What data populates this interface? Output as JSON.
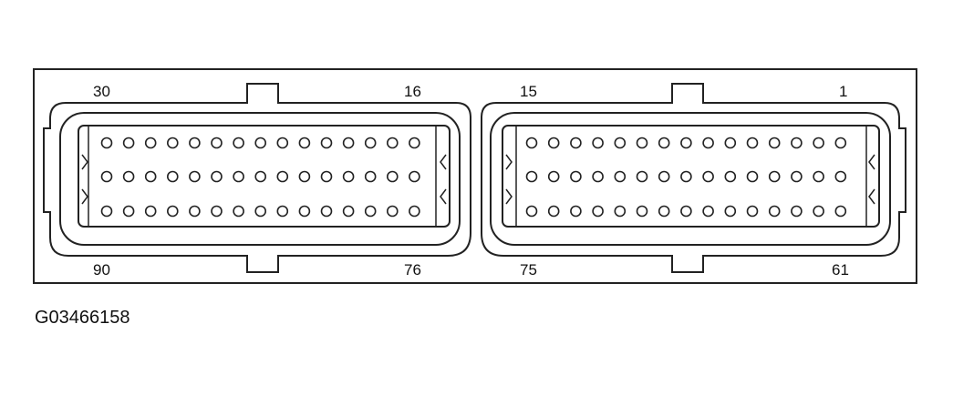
{
  "diagram": {
    "pin_labels": {
      "left_top_left": "30",
      "left_top_right": "16",
      "right_top_left": "15",
      "right_top_right": "1",
      "left_bottom_left": "90",
      "left_bottom_right": "76",
      "right_bottom_left": "75",
      "right_bottom_right": "61"
    },
    "figure_id": "G03466158",
    "colors": {
      "line": "#222222",
      "background": "#ffffff"
    }
  }
}
